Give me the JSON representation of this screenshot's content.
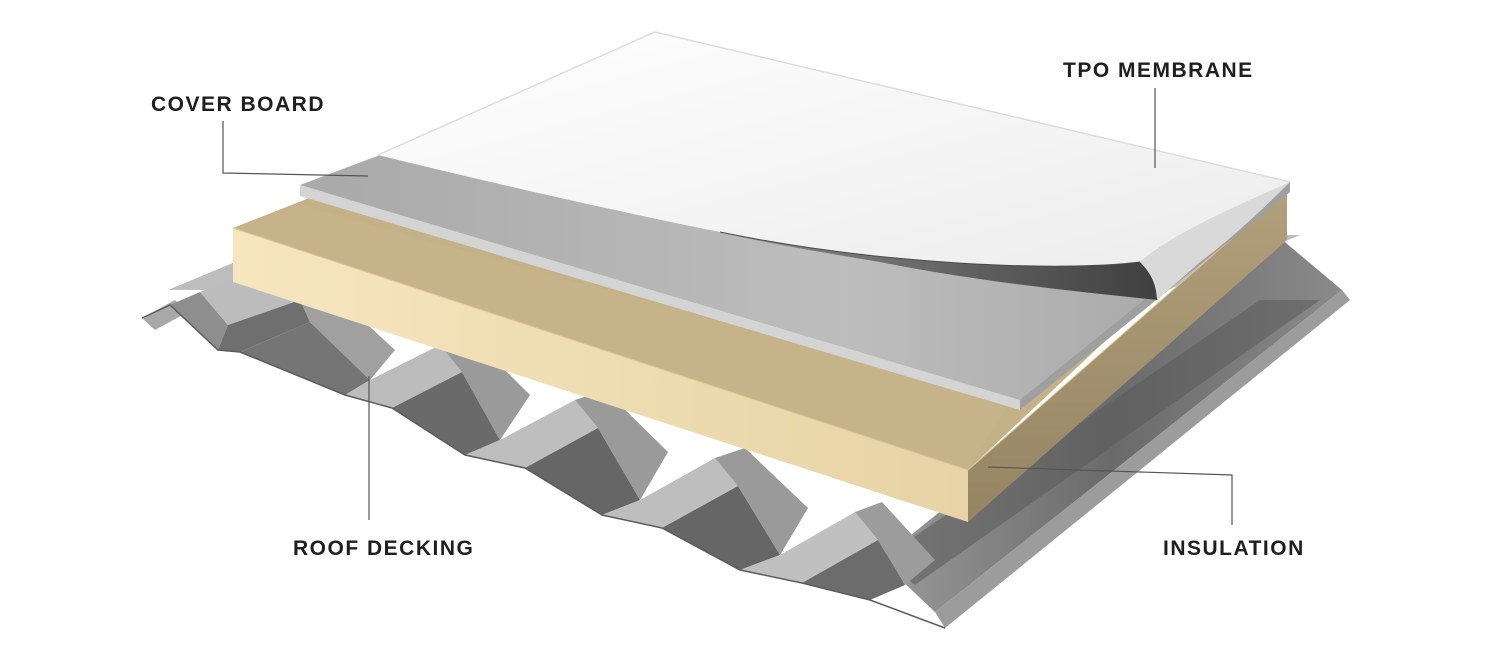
{
  "labels": {
    "cover_board": "COVER BOARD",
    "tpo_membrane": "TPO MEMBRANE",
    "roof_decking": "ROOF DECKING",
    "insulation": "INSULATION"
  },
  "colors": {
    "background": "#ffffff",
    "membrane": "#f4f4f4",
    "membrane_edge": "#e2e2e2",
    "cover_board_top": "#b4b4b4",
    "cover_board_edge": "#c9c9c9",
    "insulation_front": "#f0deb4",
    "insulation_top": "#c4b187",
    "insulation_side": "#a39270",
    "decking_light": "#c2c2c2",
    "decking_dark": "#6e6e6e",
    "leader_line": "#555555",
    "label_text": "#1e1e1e"
  }
}
